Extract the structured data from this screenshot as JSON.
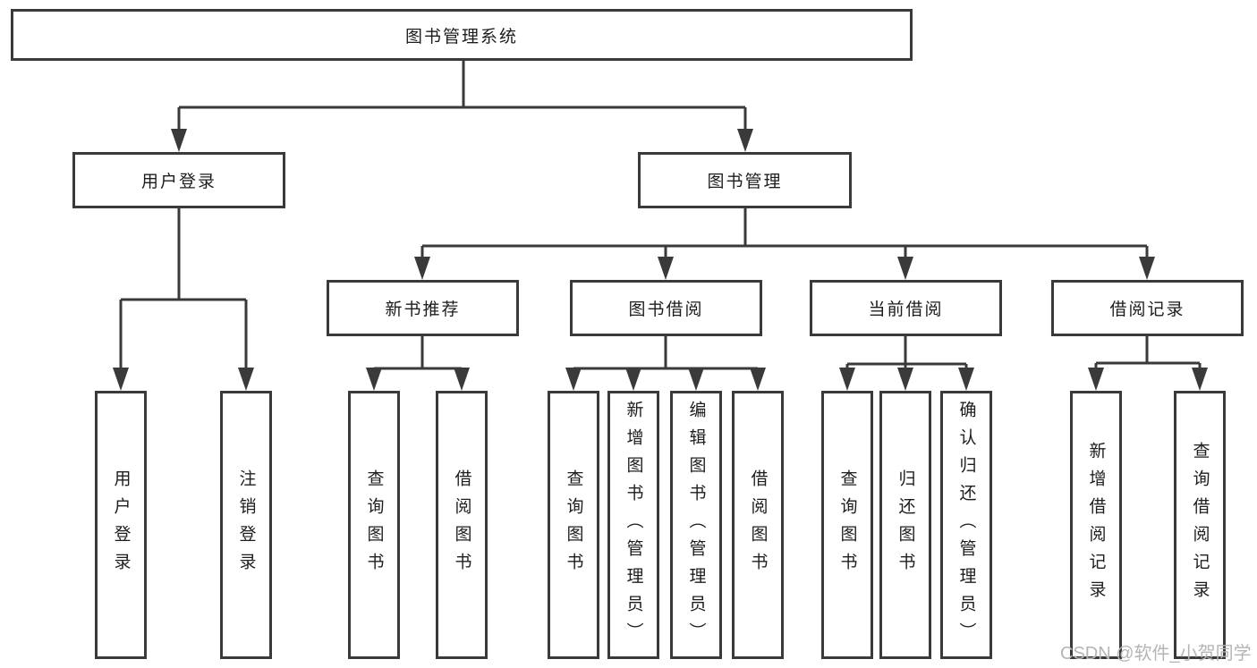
{
  "tree": {
    "label": "图书管理系统",
    "children": [
      {
        "label": "用户登录",
        "children": [
          {
            "label": "用户登录"
          },
          {
            "label": "注销登录"
          }
        ]
      },
      {
        "label": "图书管理",
        "children": [
          {
            "label": "新书推荐",
            "children": [
              {
                "label": "查询图书"
              },
              {
                "label": "借阅图书"
              }
            ]
          },
          {
            "label": "图书借阅",
            "children": [
              {
                "label": "查询图书"
              },
              {
                "label": "新增图书（管理员）"
              },
              {
                "label": "编辑图书（管理员）"
              },
              {
                "label": "借阅图书"
              }
            ]
          },
          {
            "label": "当前借阅",
            "children": [
              {
                "label": "查询图书"
              },
              {
                "label": "归还图书"
              },
              {
                "label": "确认归还（管理员）"
              }
            ]
          },
          {
            "label": "借阅记录",
            "children": [
              {
                "label": "新增借阅记录"
              },
              {
                "label": "查询借阅记录"
              }
            ]
          }
        ]
      }
    ]
  },
  "watermark": {
    "text": "CSDN @软件_小贺同学"
  },
  "colors": {
    "line": "#3a3a3a",
    "box_border": "#3a3a3a",
    "text": "#1d1d1d",
    "watermark": "#b5b5b5",
    "background": "#ffffff"
  }
}
